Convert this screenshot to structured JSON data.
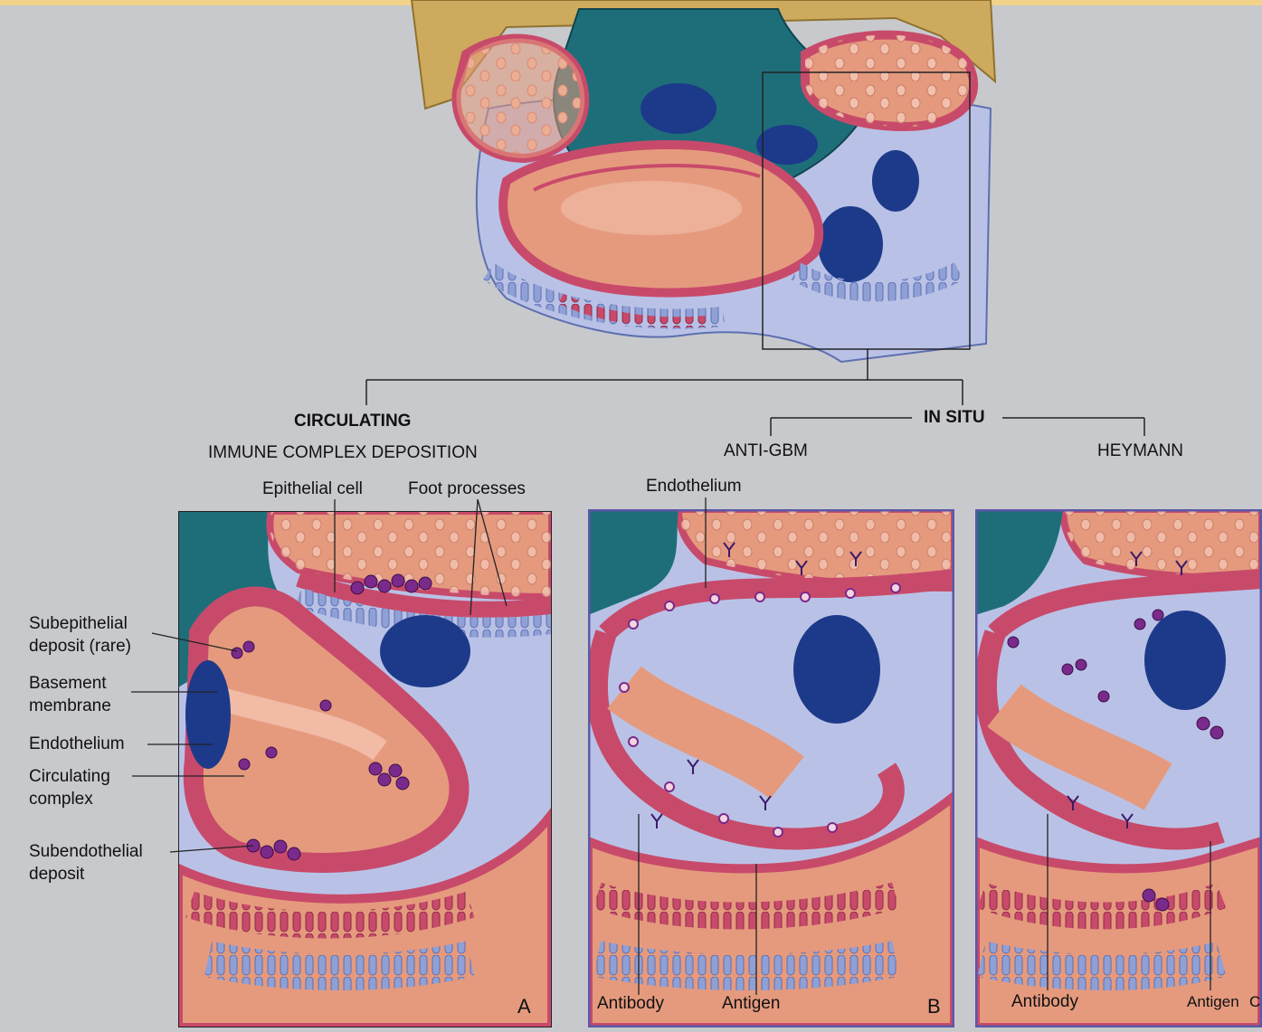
{
  "labels": {
    "circulating_1": "CIRCULATING",
    "circulating_2": "IMMUNE COMPLEX DEPOSITION",
    "in_situ": "IN SITU",
    "anti_gbm": "ANTI-GBM",
    "heymann": "HEYMANN",
    "epithelial_cell": "Epithelial cell",
    "foot_processes": "Foot processes",
    "endothelium_top": "Endothelium",
    "subepithelial_1": "Subepithelial",
    "subepithelial_2": "deposit (rare)",
    "basement_1": "Basement",
    "basement_2": "membrane",
    "endothelium_left": "Endothelium",
    "circulating_complex_1": "Circulating",
    "circulating_complex_2": "complex",
    "subendothelial_1": "Subendothelial",
    "subendothelial_2": "deposit",
    "antibody_b": "Antibody",
    "antigen_b": "Antigen",
    "letter_a": "A",
    "letter_b": "B",
    "antibody_c": "Antibody",
    "antigen_c": "Antigen",
    "letter_c": "C"
  },
  "colors": {
    "background": "#c8c9cc",
    "capillary_pink": "#e59a7e",
    "membrane_red": "#c84a6a",
    "epithelium_lavender": "#b9c2e6",
    "nucleus_navy": "#1d3a8a",
    "mesangium_teal": "#1e6e7a",
    "frame_purple": "#5b58a6",
    "deposit_purple": "#7a2a8a"
  }
}
